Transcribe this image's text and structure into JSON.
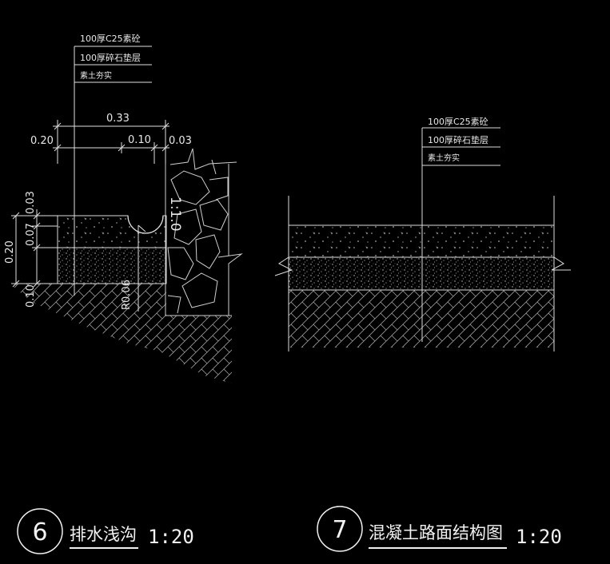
{
  "detail6": {
    "layers": [
      "100厚C25素砼",
      "100厚碎石垫层",
      "素土夯实"
    ],
    "dims_top": {
      "total": "0.33",
      "left": "0.20",
      "mid": "0.10",
      "right": "0.03"
    },
    "dims_left": {
      "a": "0.03",
      "b": "0.07",
      "c": "0.20",
      "d": "0.10"
    },
    "radius": "R0.06",
    "slope": "1:1.0",
    "number": "6",
    "title": "排水浅沟",
    "scale": "1:20"
  },
  "detail7": {
    "layers": [
      "100厚C25素砼",
      "100厚碎石垫层",
      "素土夯实"
    ],
    "number": "7",
    "title": "混凝土路面结构图",
    "scale": "1:20"
  }
}
